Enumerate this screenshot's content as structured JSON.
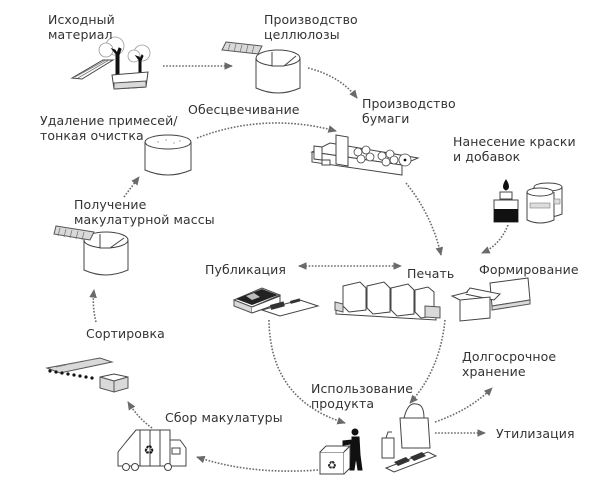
{
  "diagram": {
    "title": "Paper life cycle",
    "stages": [
      {
        "id": "raw-material",
        "label": "Исходный\nматериал",
        "icon": "trees-and-wood-icon"
      },
      {
        "id": "pulp-production",
        "label": "Производство\nцеллюлозы",
        "icon": "pulp-tank-icon"
      },
      {
        "id": "paper-production",
        "label": "Производство\nбумаги",
        "icon": "paper-machine-icon"
      },
      {
        "id": "ink-additives",
        "label": "Нанесение краски\nи добавок",
        "icon": "ink-and-barrels-icon"
      },
      {
        "id": "forming",
        "label": "Формирование",
        "icon": "boxes-icon"
      },
      {
        "id": "printing",
        "label": "Печать",
        "icon": "printing-press-icon"
      },
      {
        "id": "publishing",
        "label": "Публикация",
        "icon": "magazines-icon"
      },
      {
        "id": "product-use",
        "label": "Использование\nпродукта",
        "icon": "bag-and-books-icon"
      },
      {
        "id": "long-term-storage",
        "label": "Долгосрочное\nхранение",
        "icon": ""
      },
      {
        "id": "disposal",
        "label": "Утилизация",
        "icon": ""
      },
      {
        "id": "waste-collection",
        "label": "Сбор макулатуры",
        "icon": "recycling-truck-icon"
      },
      {
        "id": "sorting",
        "label": "Сортировка",
        "icon": "conveyor-and-bales-icon"
      },
      {
        "id": "waste-pulp",
        "label": "Получение\nмакулатурной массы",
        "icon": "pulper-tank-icon"
      },
      {
        "id": "cleaning",
        "label": "Удаление примесей/\nтонкая очистка",
        "icon": "cleaning-tank-icon"
      },
      {
        "id": "deinking",
        "label": "Обесцвечивание",
        "icon": ""
      }
    ],
    "connections": [
      {
        "from": "raw-material",
        "to": "pulp-production"
      },
      {
        "from": "pulp-production",
        "to": "paper-production"
      },
      {
        "from": "paper-production",
        "to": "printing"
      },
      {
        "from": "ink-additives",
        "to": "forming"
      },
      {
        "from": "publishing",
        "to": "printing",
        "bidirectional": true
      },
      {
        "from": "printing",
        "to": "product-use"
      },
      {
        "from": "publishing",
        "to": "product-use"
      },
      {
        "from": "product-use",
        "to": "long-term-storage"
      },
      {
        "from": "product-use",
        "to": "disposal"
      },
      {
        "from": "product-use",
        "to": "waste-collection"
      },
      {
        "from": "waste-collection",
        "to": "sorting"
      },
      {
        "from": "sorting",
        "to": "waste-pulp"
      },
      {
        "from": "waste-pulp",
        "to": "cleaning"
      },
      {
        "from": "cleaning",
        "to": "paper-production",
        "label_ref": "deinking"
      }
    ]
  }
}
